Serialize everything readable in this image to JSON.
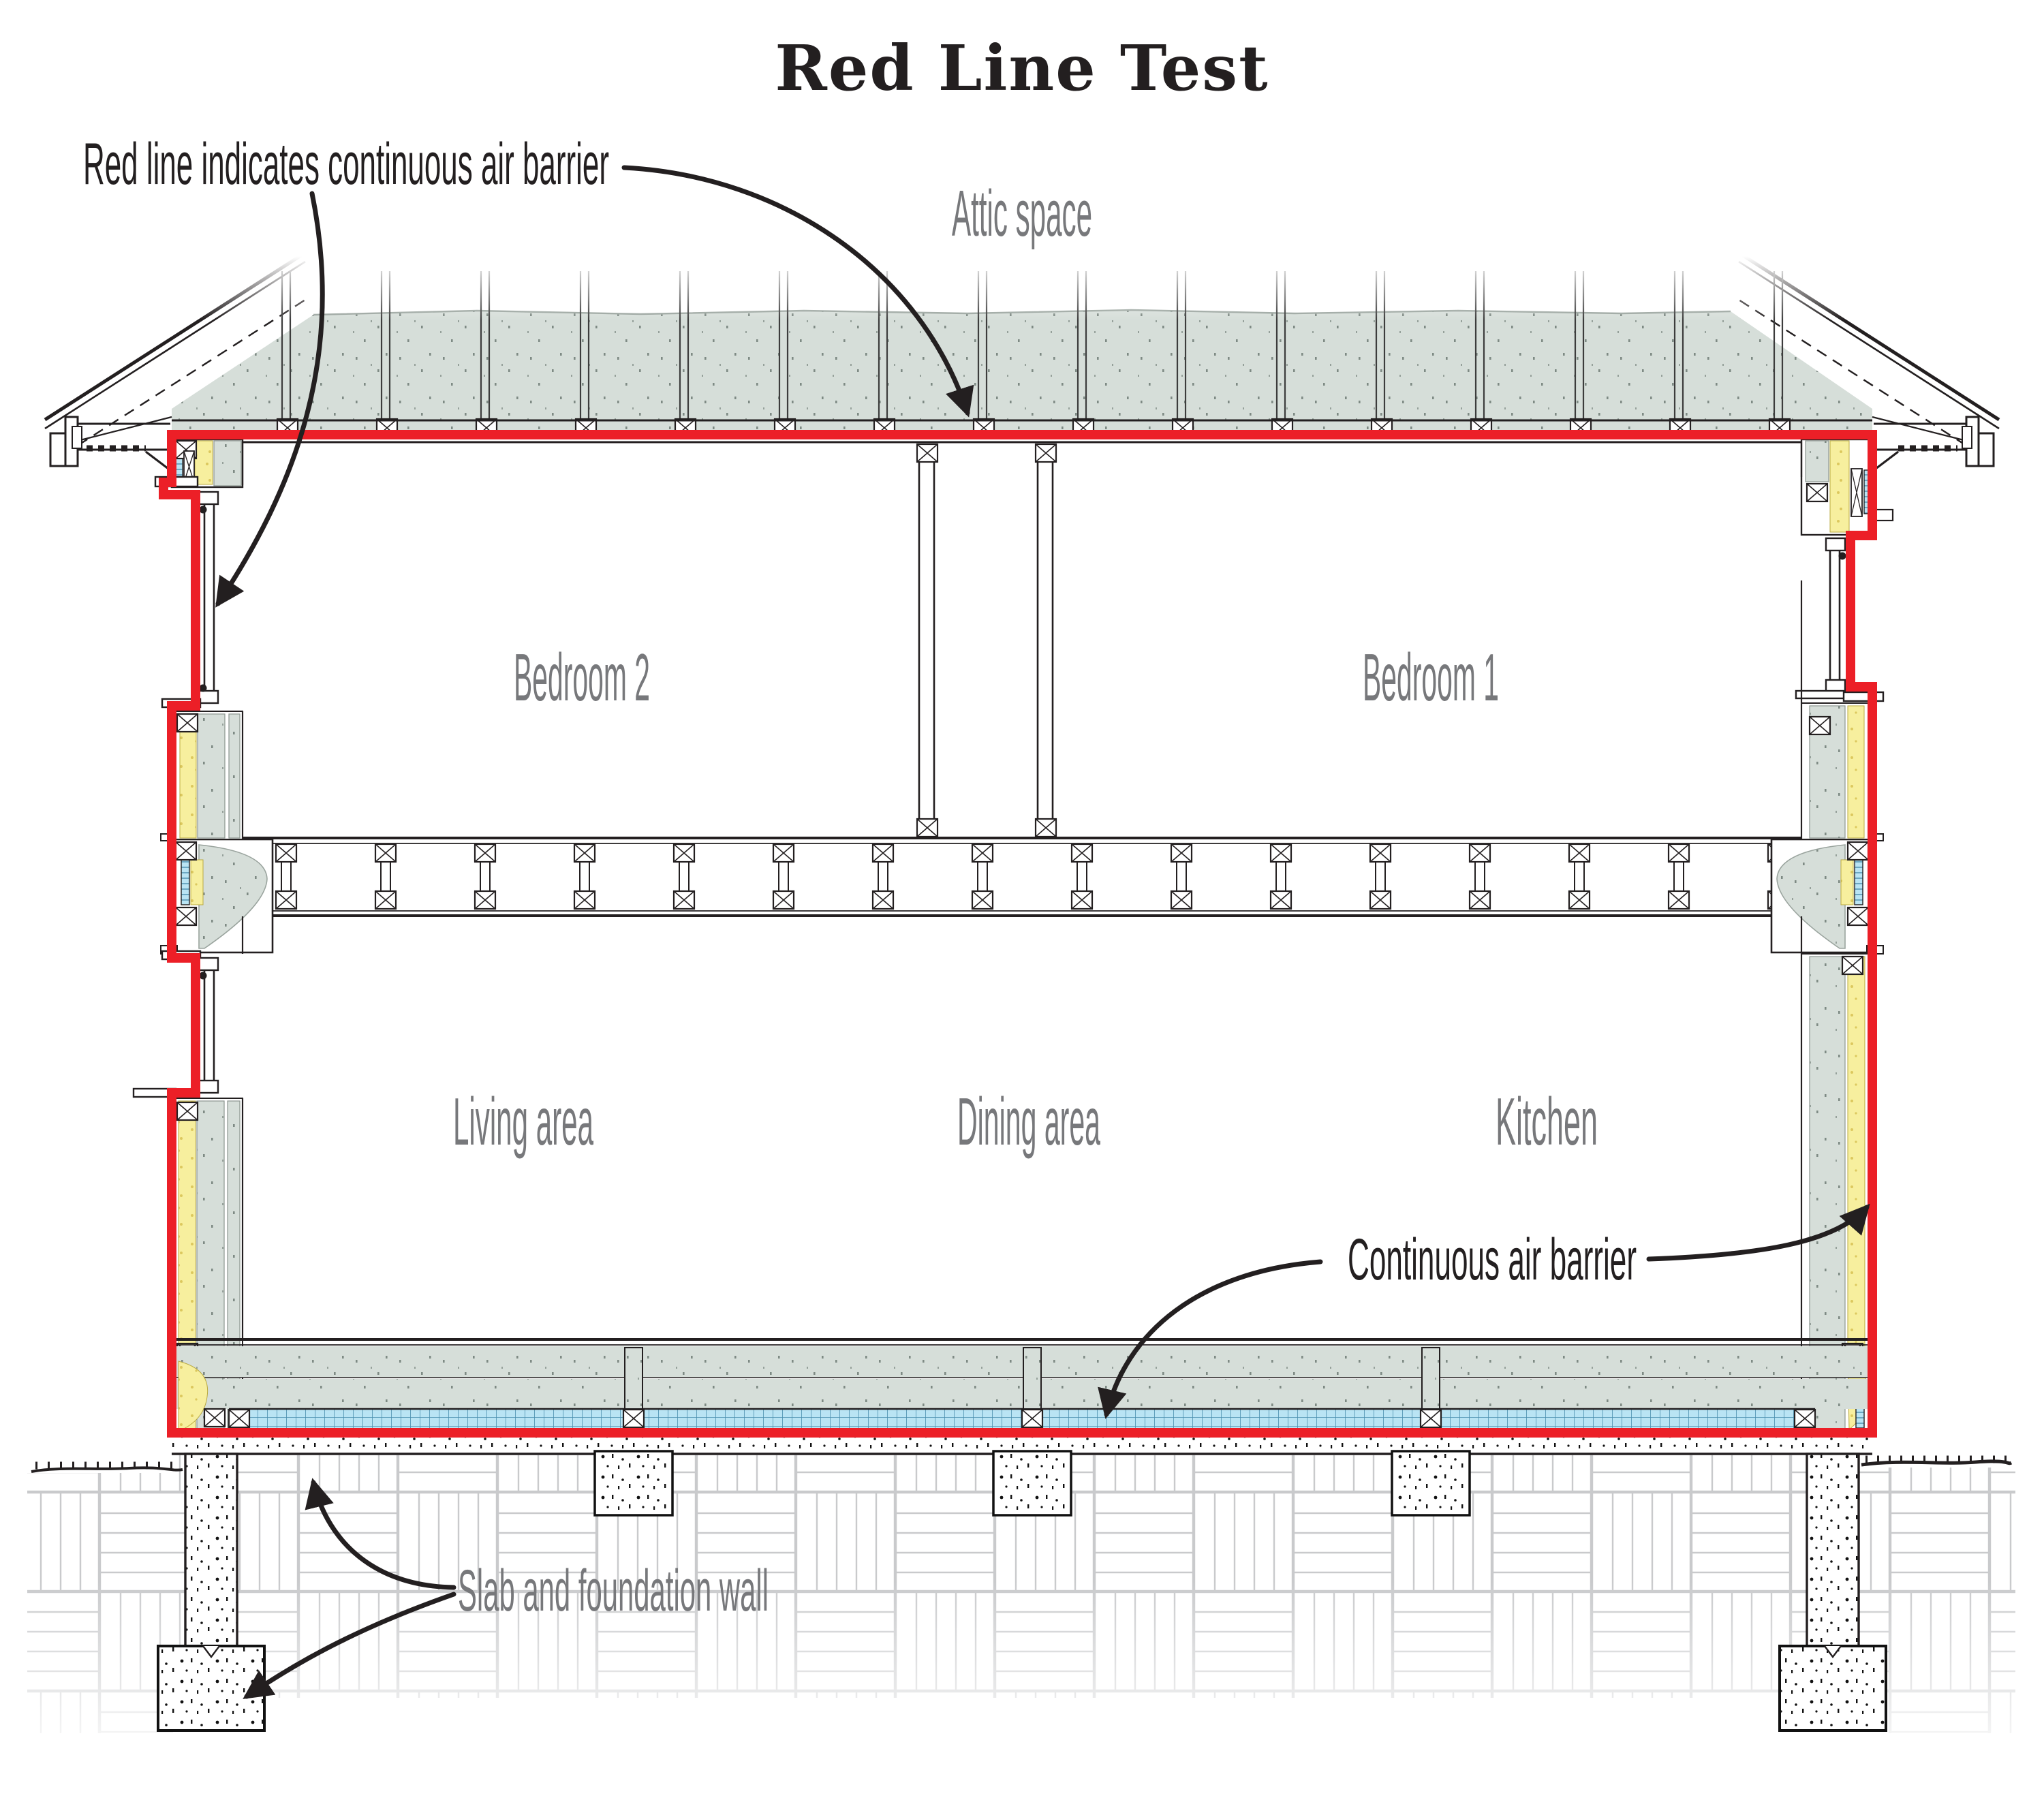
{
  "title": "Red Line Test",
  "annotations": {
    "red_line_note": "Red line indicates continuous air barrier",
    "attic": "Attic space",
    "bedroom2": "Bedroom 2",
    "bedroom1": "Bedroom 1",
    "living": "Living area",
    "dining": "Dining area",
    "kitchen": "Kitchen",
    "continuous_air_barrier": "Continuous air barrier",
    "slab_foundation": "Slab and foundation wall"
  },
  "colors": {
    "air_barrier_red": "#ec1f27",
    "insulation_gray": "#d6ded9",
    "batt_yellow": "#f7ef9e",
    "foam_blue": "#b9e4f4",
    "label_gray": "#77787b",
    "line_black": "#231f20",
    "earth_hatch": "#c9cacc"
  }
}
